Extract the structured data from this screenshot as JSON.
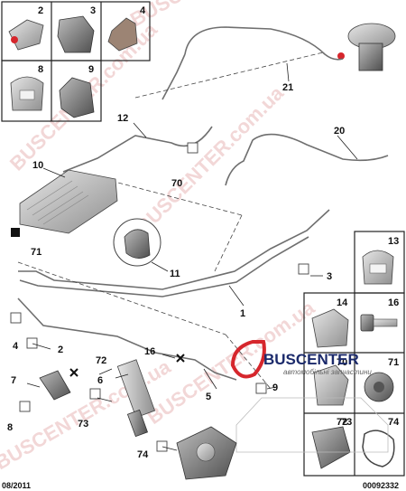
{
  "thumbnails": [
    {
      "id": "2",
      "label": "2"
    },
    {
      "id": "3",
      "label": "3"
    },
    {
      "id": "4",
      "label": "4"
    },
    {
      "id": "8",
      "label": "8"
    },
    {
      "id": "9",
      "label": "9"
    },
    {
      "id": "13",
      "label": "13"
    },
    {
      "id": "14",
      "label": "14"
    },
    {
      "id": "16",
      "label": "16"
    },
    {
      "id": "70",
      "label": "70"
    },
    {
      "id": "71",
      "label": "71"
    },
    {
      "id": "72",
      "label": "72"
    },
    {
      "id": "73",
      "label": "73"
    },
    {
      "id": "74",
      "label": "74"
    }
  ],
  "callouts": {
    "c1": "1",
    "c2": "2",
    "c3": "3",
    "c4": "4",
    "c5": "5",
    "c6": "6",
    "c7": "7",
    "c8": "8",
    "c9": "9",
    "c10": "10",
    "c11": "11",
    "c12": "12",
    "c16": "16",
    "c20": "20",
    "c21": "21",
    "c70": "70",
    "c71": "71",
    "c72": "72",
    "c73": "73",
    "c74": "74"
  },
  "footer": {
    "date": "08/2011",
    "code": "00092332"
  },
  "branding": {
    "logo_text": "BUSCENTER",
    "logo_subtitle": "автомобільні запчастини",
    "watermark": "BUSCENTER.com.ua"
  },
  "colors": {
    "line": "#6f6f6f",
    "part_fill": "#c9c9c9",
    "part_dark": "#8a8a8a",
    "watermark": "#e8b7b7",
    "brand_red": "#d6262c",
    "brand_blue": "#1b2a6b"
  }
}
